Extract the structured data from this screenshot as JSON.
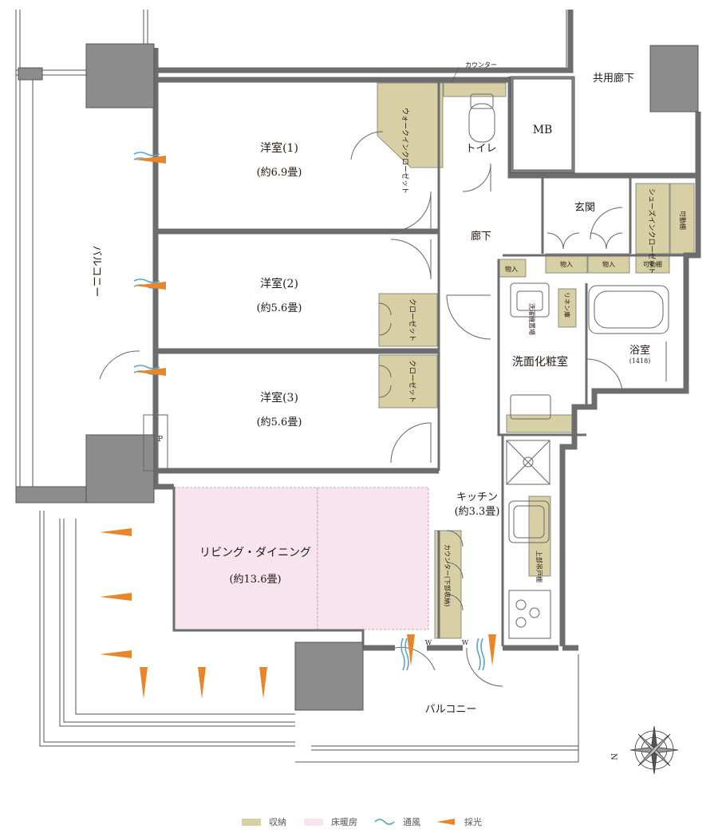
{
  "rooms": {
    "bedroom1_name": "洋室(1)",
    "bedroom1_size": "(約6.9畳)",
    "bedroom2_name": "洋室(2)",
    "bedroom2_size": "(約5.6畳)",
    "bedroom3_name": "洋室(3)",
    "bedroom3_size": "(約5.6畳)",
    "living_name": "リビング・ダイニング",
    "living_size": "(約13.6畳)",
    "kitchen_name": "キッチン",
    "kitchen_size": "(約3.3畳)",
    "washroom": "洗面化粧室",
    "bath": "浴室",
    "bath_size": "(1418)",
    "toilet": "トイレ",
    "entrance": "玄関",
    "hallway": "廊下",
    "mb": "MB",
    "common_corridor": "共用廊下",
    "balcony_west": "バルコニー",
    "balcony_south": "バルコニー"
  },
  "storage": {
    "counter_top": "カウンター",
    "walkin_closet": "ウォークインクローゼット",
    "closet2": "クローゼット",
    "closet3": "クローゼット",
    "shoe_closet": "シューズインクローゼット",
    "movable_shelf_a": "可動棚",
    "movable_shelf_b": "可動棚",
    "monoire1": "物入",
    "monoire2": "物入",
    "monoire3": "物入",
    "washer": "洗濯機置場",
    "linen": "リネン庫",
    "kitchen_counter": "カウンター(下部収納)",
    "upper_shelf": "上部吊戸棚",
    "parking_p": "P",
    "window_w1": "W",
    "window_w2": "W"
  },
  "compass": {
    "north": "N"
  },
  "legend": {
    "storage": "収納",
    "floor_heating": "床暖房",
    "ventilation": "通風",
    "daylight": "採光"
  },
  "colors": {
    "storage": "#d8d0a5",
    "floor_heating": "#f7e4ec",
    "ventilation": "#5aa6c6",
    "daylight": "#e8862a",
    "wall": "#6d6d6d",
    "column": "#8c8c8c"
  }
}
